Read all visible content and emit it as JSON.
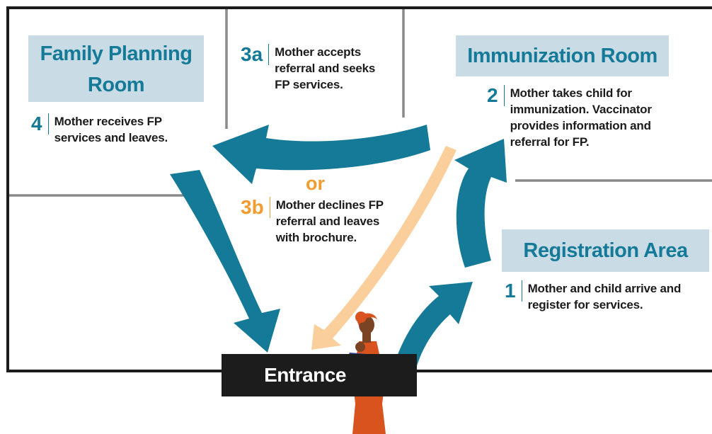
{
  "rooms": {
    "family_planning": {
      "line1": "Family Planning",
      "line2": "Room"
    },
    "immunization": {
      "title": "Immunization Room"
    },
    "registration": {
      "title": "Registration Area"
    }
  },
  "steps": {
    "s4": {
      "num": "4",
      "text": "Mother receives FP\nservices and leaves."
    },
    "s3a": {
      "num": "3a",
      "text": "Mother accepts\nreferral and seeks\nFP services."
    },
    "s2": {
      "num": "2",
      "text": "Mother takes child for\nimmunization. Vaccinator\nprovides information and\nreferral for FP."
    },
    "s3b": {
      "num": "3b",
      "text": "Mother declines FP\nreferral and leaves\nwith brochure."
    },
    "s1": {
      "num": "1",
      "text": "Mother and child arrive and\nregister for services."
    }
  },
  "or_label": "or",
  "entrance_label": "Entrance",
  "colors": {
    "teal": "#157a98",
    "room_fill": "#c9dce5",
    "orange": "#f29c2f",
    "peach_arrow": "#fbcf9c",
    "wall_dark": "#1c1c1c",
    "wall_grey": "#8a8a8a",
    "dress": "#d9531e"
  }
}
